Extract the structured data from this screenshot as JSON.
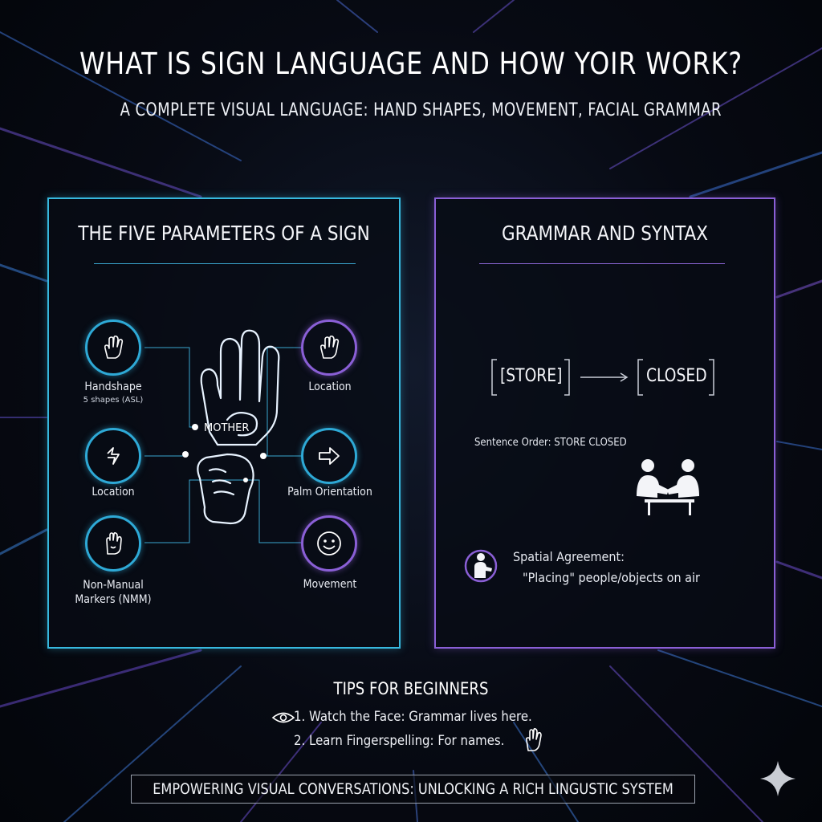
{
  "title": "WHAT IS SIGN LANGUAGE AND HOW YOIR WORK?",
  "subtitle": "A COMPLETE VISUAL LANGUAGE: HAND SHAPES, MOVEMENT, FACIAL GRAMMAR",
  "left_panel": {
    "heading": "THE FIVE PARAMETERS OF A SIGN",
    "center_label": "MOTHER",
    "items": [
      {
        "label": "Handshape",
        "sublabel": "5 shapes (ASL)",
        "icon": "open-hand-icon"
      },
      {
        "label": "Location",
        "icon": "lightning-arrows-icon"
      },
      {
        "label": "Non-Manual Markers (NMM)",
        "icon": "hand-gesture-icon"
      },
      {
        "label": "Location",
        "icon": "open-hand-icon"
      },
      {
        "label": "Palm Orientation",
        "icon": "right-arrow-icon"
      },
      {
        "label": "Movement",
        "icon": "smiley-face-icon"
      }
    ]
  },
  "right_panel": {
    "heading": "GRAMMAR AND SYNTAX",
    "example_from": "[STORE]",
    "example_to": "CLOSED",
    "sentence_order": "Sentence Order: STORE CLOSED",
    "spatial_title": "Spatial Agreement:",
    "spatial_desc": "\"Placing\" people/objects on air"
  },
  "tips": {
    "heading": "TIPS FOR BEGINNERS",
    "items": [
      "1. Watch the Face: Grammar lives here.",
      "2. Learn Fingerspelling: For names."
    ]
  },
  "footer": "EMPOWERING VISUAL CONVERSATIONS: UNLOCKING A RICH LINGUSTIC SYSTEM",
  "colors": {
    "accent_blue": "#37b8de",
    "accent_purple": "#8a5fd6",
    "background": "#070a13"
  }
}
